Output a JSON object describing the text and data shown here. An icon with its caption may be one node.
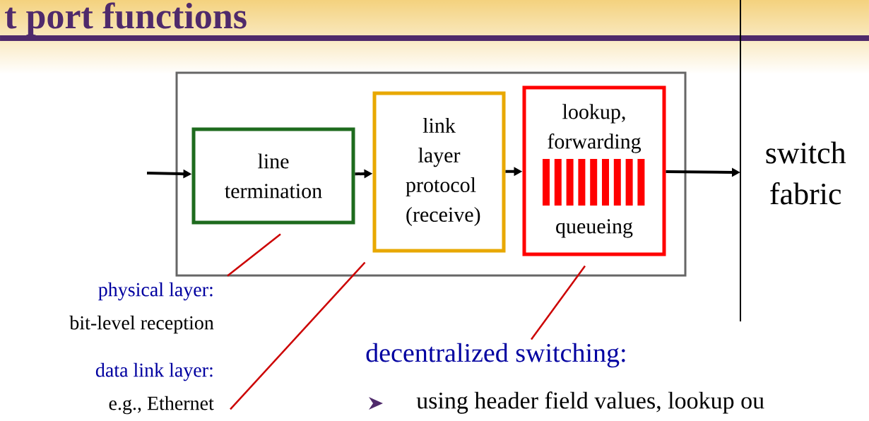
{
  "diagram": {
    "title": "t port functions",
    "nodes": [
      {
        "text": [],
        "shape": "box"
      },
      {
        "text": [
          "line termination"
        ],
        "in": 0
      },
      {
        "text": [
          "link layer protocol (receive)"
        ],
        "in": 0
      },
      {
        "text": [
          "lookup, forwarding",
          "queueing"
        ],
        "in": 0
      },
      {
        "text": [
          "switch fabric"
        ]
      },
      {
        "text": [
          "physical layer:",
          "bit-level reception"
        ]
      },
      {
        "text": [
          "data link layer:",
          "e.g., Ethernet"
        ]
      },
      {
        "text": [
          "decentralized switching:"
        ]
      }
    ],
    "edges": [
      {
        "from": null,
        "to": 1,
        "arrow": "to"
      },
      {
        "from": 1,
        "to": 2,
        "arrow": "to"
      },
      {
        "from": 2,
        "to": 3,
        "arrow": "to"
      },
      {
        "from": 3,
        "to": 4,
        "arrow": "to"
      },
      {
        "from": 5,
        "to": 1,
        "arrow": "none",
        "color": "#cc0000"
      },
      {
        "from": 6,
        "to": 2,
        "arrow": "none",
        "color": "#cc0000"
      },
      {
        "from": 7,
        "to": 3,
        "arrow": "none",
        "color": "#cc0000"
      }
    ],
    "labels": [
      "using header field values, lookup ou"
    ]
  }
}
